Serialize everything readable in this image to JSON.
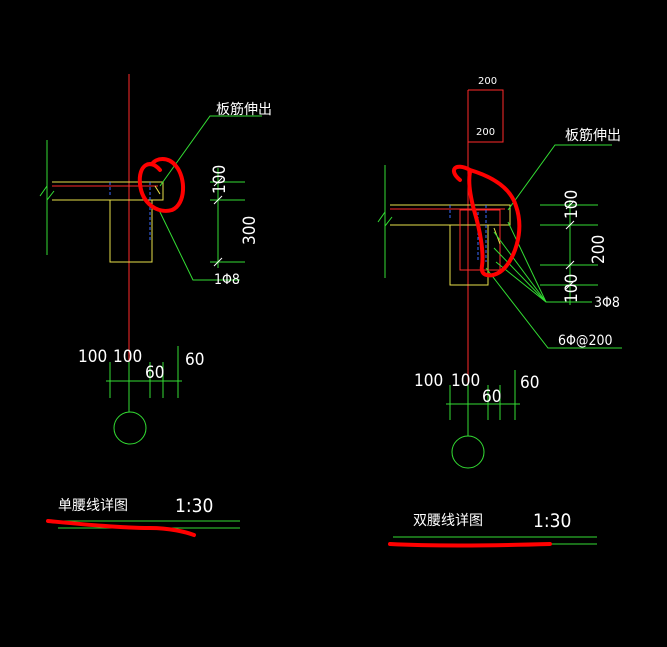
{
  "colors": {
    "background": "#000000",
    "axis": "#ff2a2a",
    "concrete": "#e8e04a",
    "dimension": "#33dd33",
    "leader": "#33dd33",
    "rebar_dash": "#3a6aff",
    "markup": "#ff0000",
    "text": "#ffffff"
  },
  "left_detail": {
    "callout_top": "板筋伸出",
    "dim_top": "100",
    "dim_height": "300",
    "rebar": "1Φ8",
    "bottom_dims": {
      "a": "100",
      "b": "100",
      "c": "60",
      "d": "60"
    },
    "title": "单腰线详图",
    "scale": "1:30"
  },
  "right_detail": {
    "box_top": "200",
    "box_bottom": "200",
    "callout_top": "板筋伸出",
    "dim_top": "100",
    "dim_mid": "200",
    "dim_low": "100",
    "rebar_main": "3Φ8",
    "rebar_stirrup": "6Φ@200",
    "bottom_dims": {
      "a": "100",
      "b": "100",
      "c": "60",
      "d": "60"
    },
    "title": "双腰线详图",
    "scale": "1:30"
  }
}
